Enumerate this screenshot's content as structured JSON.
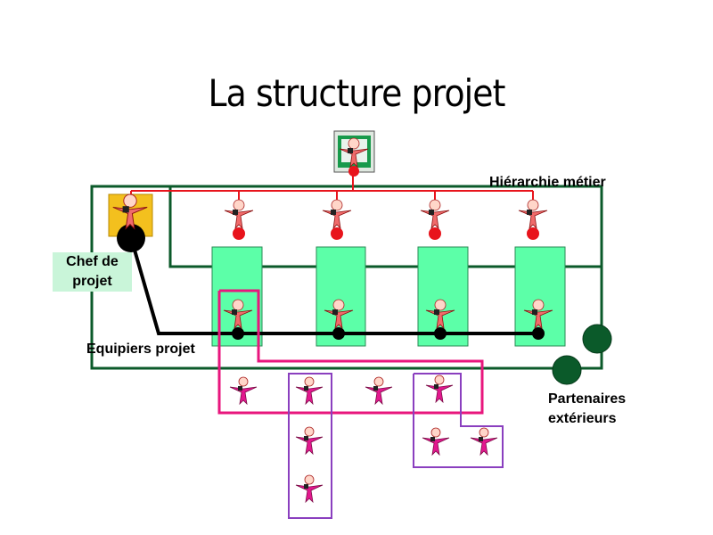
{
  "title": "La structure projet",
  "labels": {
    "chef": "Chef de projet",
    "hierarchie": "Hiérarchie métier",
    "equipiers": "Equipiers projet",
    "partenaires": "Partenaires extérieurs"
  },
  "colors": {
    "hierarchy_line": "#e8141c",
    "project_line": "#000000",
    "outer_loop": "#0b5a2a",
    "column_fill": "#5cffa8",
    "team_outline": "#e8167d",
    "subgroup_outline": "#8a3fbf",
    "manager_figure": "#f06b6b",
    "team_figure": "#e3188f",
    "partner_circle": "#0b5a2a",
    "chef_box": "#f3c01e",
    "top_box": "#179a4b"
  },
  "icons": {
    "person": "person-icon",
    "partner": "partner-circle-icon"
  }
}
